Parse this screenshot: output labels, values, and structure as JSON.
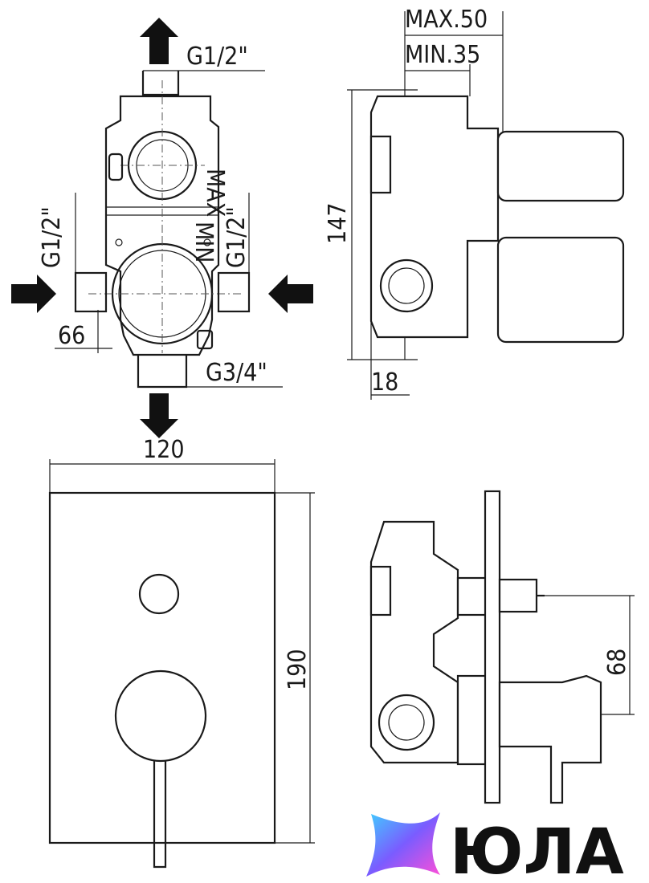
{
  "labels": {
    "inlet_top": "G1/2\"",
    "inlet_left": "G1/2\"",
    "inlet_right": "G1/2\"",
    "outlet_bottom": "G3/4\"",
    "dim_66": "66",
    "dim_max": "MAX.50",
    "dim_min": "MIN.35",
    "dim_147": "147",
    "dim_18": "18",
    "dim_120": "120",
    "dim_190": "190",
    "dim_68": "68"
  },
  "logo": {
    "text": "ЮЛА",
    "colors": [
      "#3fd0ff",
      "#7a5cff",
      "#ff4fd8"
    ]
  }
}
